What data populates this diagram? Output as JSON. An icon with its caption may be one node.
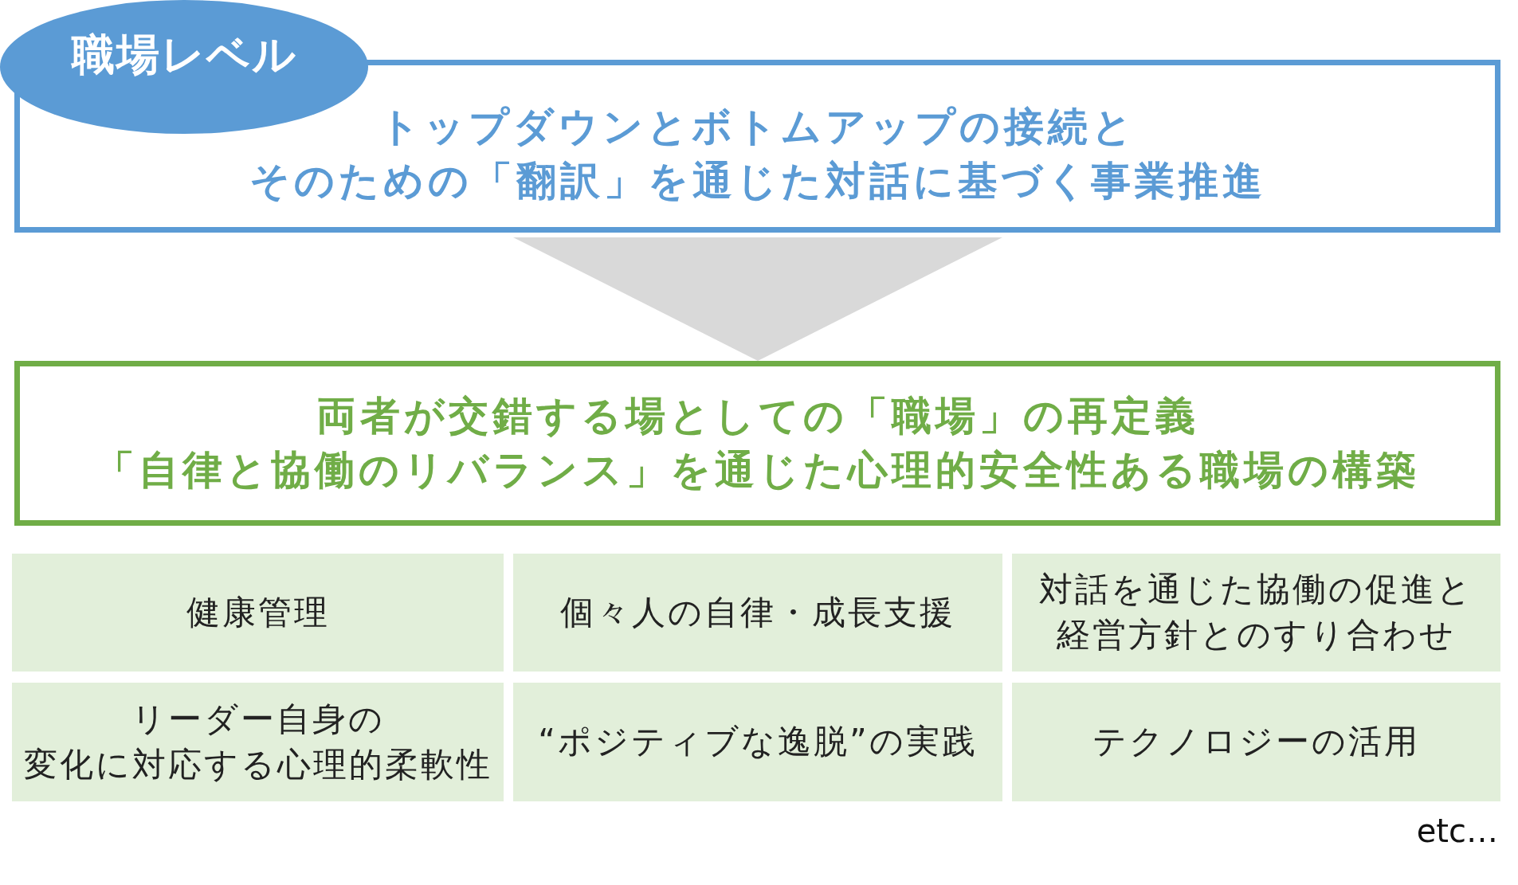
{
  "diagram": {
    "nodes": [
      {
        "text": [
          "職場レベル"
        ]
      },
      {
        "text": [
          "トップダウンとボトムアップの接続とそのための「翻訳」を通じた対話に基づく事業推進"
        ]
      },
      {
        "text": [
          "両者が交錯する場としての「職場」の再定義「自律と協働のリバランス」を通じた心理的安全性ある職場の構築"
        ]
      },
      {
        "text": [
          "健康管理"
        ]
      },
      {
        "text": [
          "個々人の自律・成長支援"
        ]
      },
      {
        "text": [
          "対話を通じた協働の促進と経営方針とのすり合わせ"
        ]
      },
      {
        "text": [
          "リーダー自身の変化に対応する心理的柔軟性"
        ]
      },
      {
        "text": [
          "“ポジティブな逸脱”の実践"
        ]
      },
      {
        "text": [
          "テクノロジーの活用"
        ]
      }
    ],
    "edges": [
      {
        "from": 1,
        "to": 2,
        "arrow": "to"
      }
    ],
    "labels": [
      "etc…"
    ]
  }
}
